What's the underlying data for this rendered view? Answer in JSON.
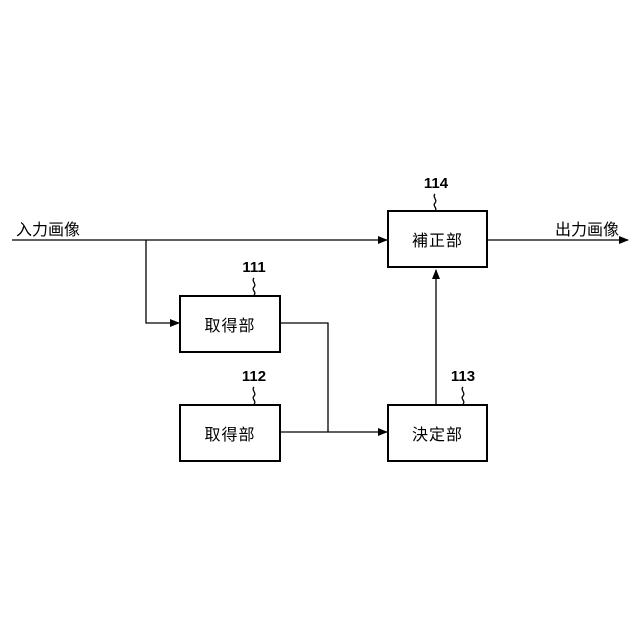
{
  "input_label": "入力画像",
  "output_label": "出力画像",
  "blocks": {
    "acquire1": {
      "label": "取得部",
      "ref": "111"
    },
    "acquire2": {
      "label": "取得部",
      "ref": "112"
    },
    "decide": {
      "label": "決定部",
      "ref": "113"
    },
    "correct": {
      "label": "補正部",
      "ref": "114"
    }
  },
  "colors": {
    "line": "#000000",
    "background": "#ffffff"
  }
}
